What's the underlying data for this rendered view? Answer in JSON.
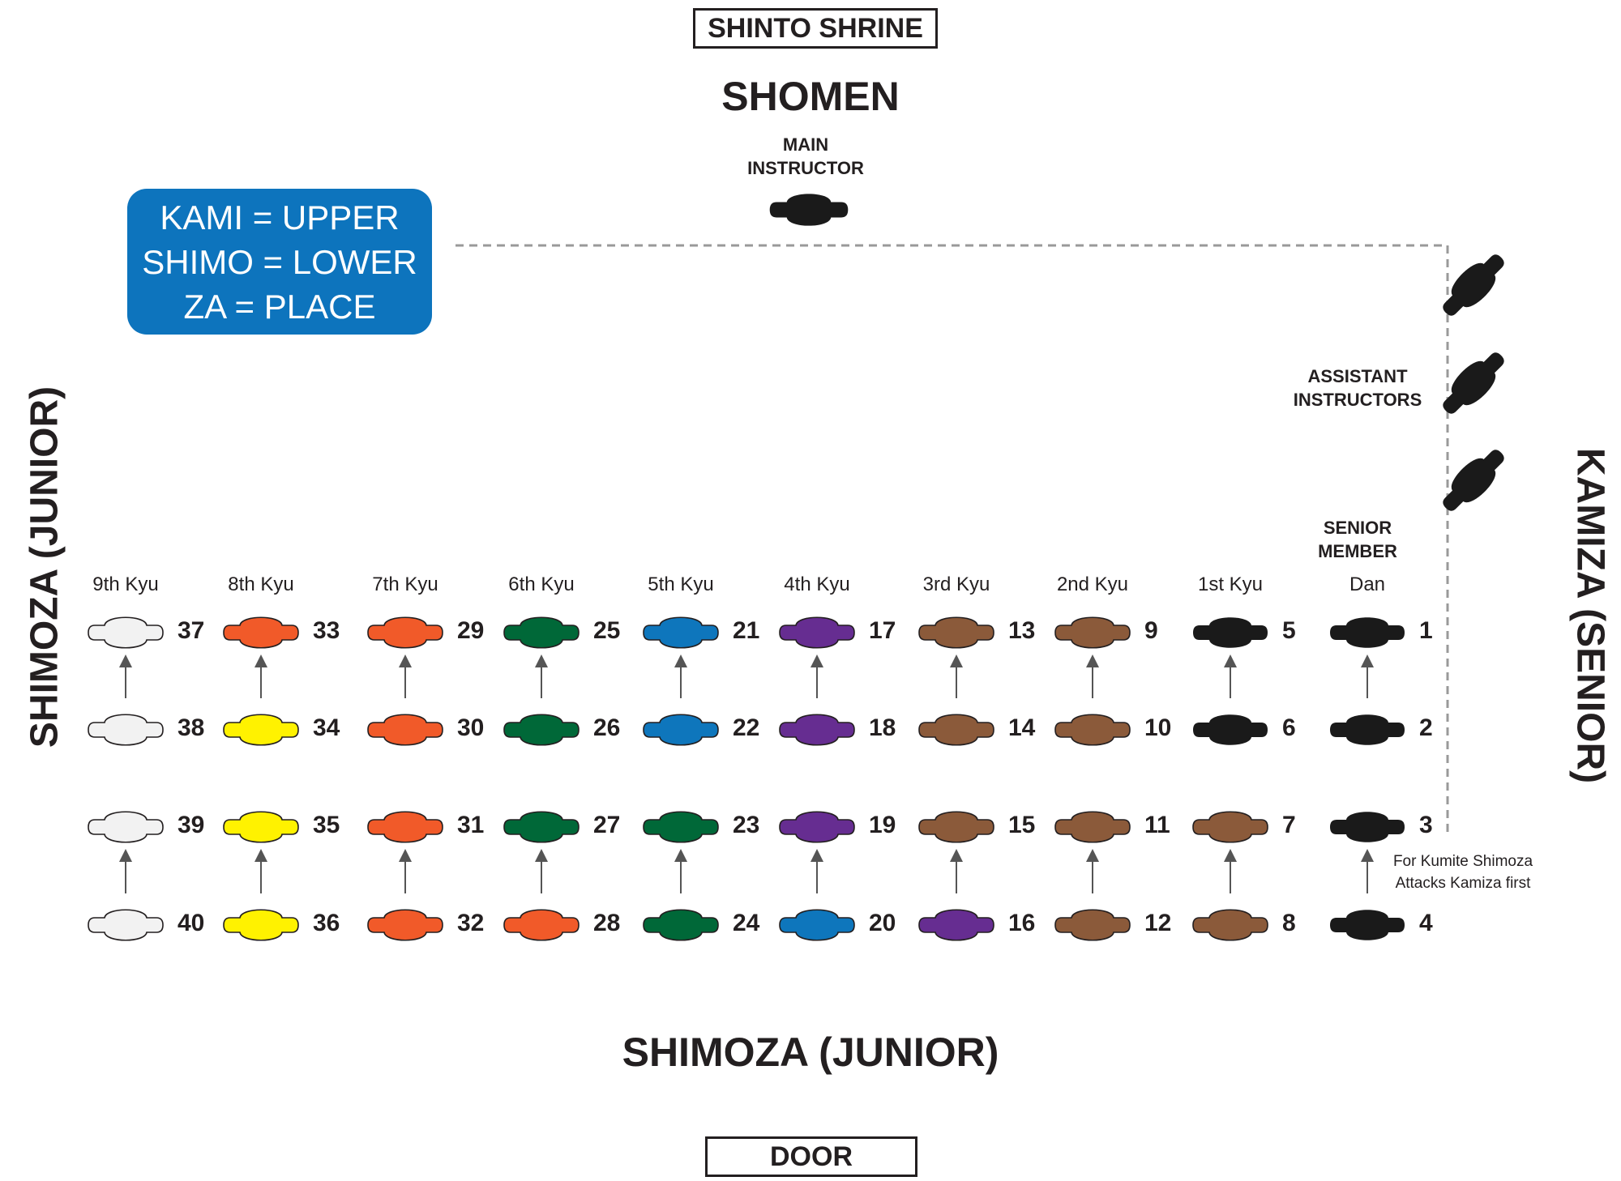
{
  "header": {
    "shrine": "SHINTO SHRINE",
    "shomen": "SHOMEN",
    "main_instructor": [
      "MAIN",
      "INSTRUCTOR"
    ]
  },
  "legend": {
    "lines": [
      "KAMI = UPPER",
      "SHIMO = LOWER",
      "ZA = PLACE"
    ]
  },
  "assistant_instructors": [
    "ASSISTANT",
    "INSTRUCTORS"
  ],
  "senior_member": [
    "SENIOR",
    "MEMBER"
  ],
  "sides": {
    "left": "SHIMOZA (JUNIOR)",
    "right": "KAMIZA (SENIOR)",
    "bottom": "SHIMOZA (JUNIOR)"
  },
  "door": "DOOR",
  "note": [
    "For Kumite Shimoza",
    "Attacks Kamiza first"
  ],
  "colors": {
    "white": "#f2f2f2",
    "yellow": "#fff200",
    "orange": "#f15a29",
    "green": "#006838",
    "blue": "#0e76bc",
    "purple": "#662d91",
    "brown": "#8b5a3a",
    "black": "#1a1a1a",
    "legend_bg": "#0d74bd"
  },
  "columns": [
    {
      "rank": "9th Kyu",
      "seats": [
        {
          "num": "37",
          "color": "white"
        },
        {
          "num": "38",
          "color": "white"
        },
        {
          "num": "39",
          "color": "white"
        },
        {
          "num": "40",
          "color": "white"
        }
      ]
    },
    {
      "rank": "8th Kyu",
      "seats": [
        {
          "num": "33",
          "color": "orange"
        },
        {
          "num": "34",
          "color": "yellow"
        },
        {
          "num": "35",
          "color": "yellow"
        },
        {
          "num": "36",
          "color": "yellow"
        }
      ]
    },
    {
      "rank": "7th Kyu",
      "seats": [
        {
          "num": "29",
          "color": "orange"
        },
        {
          "num": "30",
          "color": "orange"
        },
        {
          "num": "31",
          "color": "orange"
        },
        {
          "num": "32",
          "color": "orange"
        }
      ]
    },
    {
      "rank": "6th Kyu",
      "seats": [
        {
          "num": "25",
          "color": "green"
        },
        {
          "num": "26",
          "color": "green"
        },
        {
          "num": "27",
          "color": "green"
        },
        {
          "num": "28",
          "color": "orange"
        }
      ]
    },
    {
      "rank": "5th Kyu",
      "seats": [
        {
          "num": "21",
          "color": "blue"
        },
        {
          "num": "22",
          "color": "blue"
        },
        {
          "num": "23",
          "color": "green"
        },
        {
          "num": "24",
          "color": "green"
        }
      ]
    },
    {
      "rank": "4th Kyu",
      "seats": [
        {
          "num": "17",
          "color": "purple"
        },
        {
          "num": "18",
          "color": "purple"
        },
        {
          "num": "19",
          "color": "purple"
        },
        {
          "num": "20",
          "color": "blue"
        }
      ]
    },
    {
      "rank": "3rd Kyu",
      "seats": [
        {
          "num": "13",
          "color": "brown"
        },
        {
          "num": "14",
          "color": "brown"
        },
        {
          "num": "15",
          "color": "brown"
        },
        {
          "num": "16",
          "color": "purple"
        }
      ]
    },
    {
      "rank": "2nd Kyu",
      "seats": [
        {
          "num": "9",
          "color": "brown"
        },
        {
          "num": "10",
          "color": "brown"
        },
        {
          "num": "11",
          "color": "brown"
        },
        {
          "num": "12",
          "color": "brown"
        }
      ]
    },
    {
      "rank": "1st Kyu",
      "seats": [
        {
          "num": "5",
          "color": "black"
        },
        {
          "num": "6",
          "color": "black"
        },
        {
          "num": "7",
          "color": "brown"
        },
        {
          "num": "8",
          "color": "brown"
        }
      ]
    },
    {
      "rank": "Dan",
      "seats": [
        {
          "num": "1",
          "color": "black"
        },
        {
          "num": "2",
          "color": "black"
        },
        {
          "num": "3",
          "color": "black"
        },
        {
          "num": "4",
          "color": "black"
        }
      ]
    }
  ]
}
